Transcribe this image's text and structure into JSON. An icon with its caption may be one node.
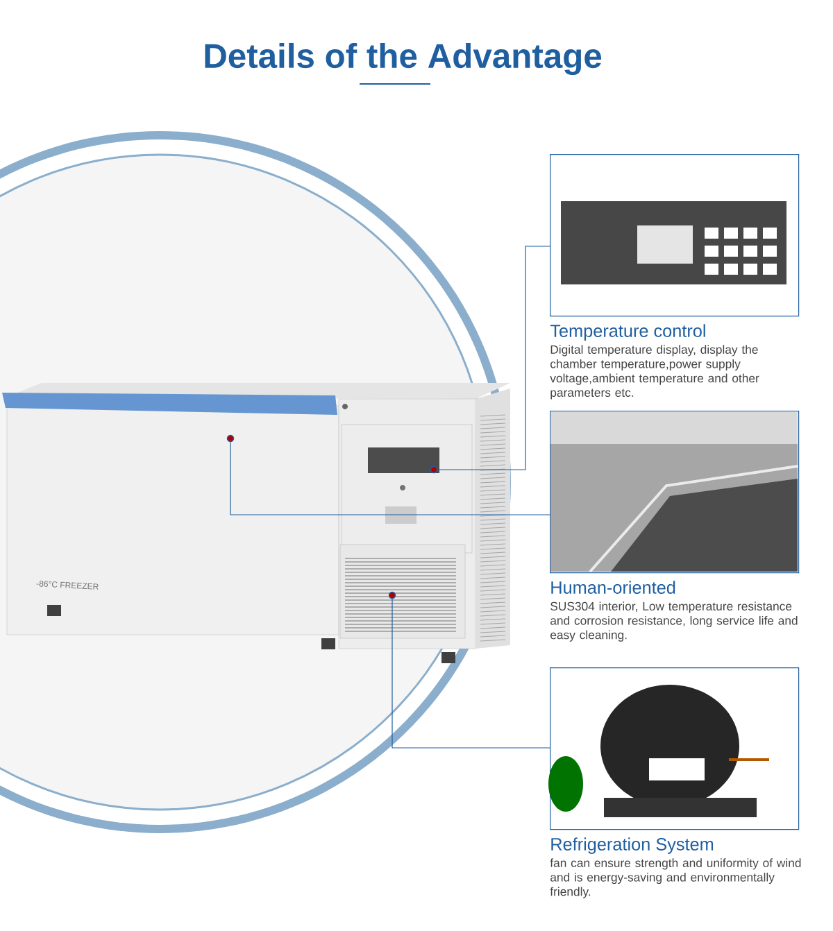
{
  "diagram": {
    "title": "Details of the Advantage",
    "nodes": [
      {
        "text": [],
        "shape": "circle"
      },
      {
        "text": [],
        "shape": "circle"
      },
      {
        "text": [],
        "shape": "circle"
      },
      {
        "text": [
          "Temperature control",
          "Digital temperature display, display the chamber temperature,power supply voltage,ambient temperature and other parameters etc."
        ]
      },
      {
        "text": [
          "Human-oriented",
          "SUS304 interior, Low temperature resistance and corrosion resistance, long service life and easy cleaning."
        ]
      },
      {
        "text": [
          "Refrigeration System",
          "fan can ensure strength and uniformity of wind and is energy-saving and environmentally friendly."
        ]
      }
    ],
    "edges": [
      {
        "from": 1,
        "to": 3,
        "arrow": "none"
      },
      {
        "from": 0,
        "to": 4,
        "arrow": "none"
      },
      {
        "from": 2,
        "to": 5,
        "arrow": "none"
      }
    ],
    "labels": [
      "-86°C FREEZER"
    ]
  }
}
